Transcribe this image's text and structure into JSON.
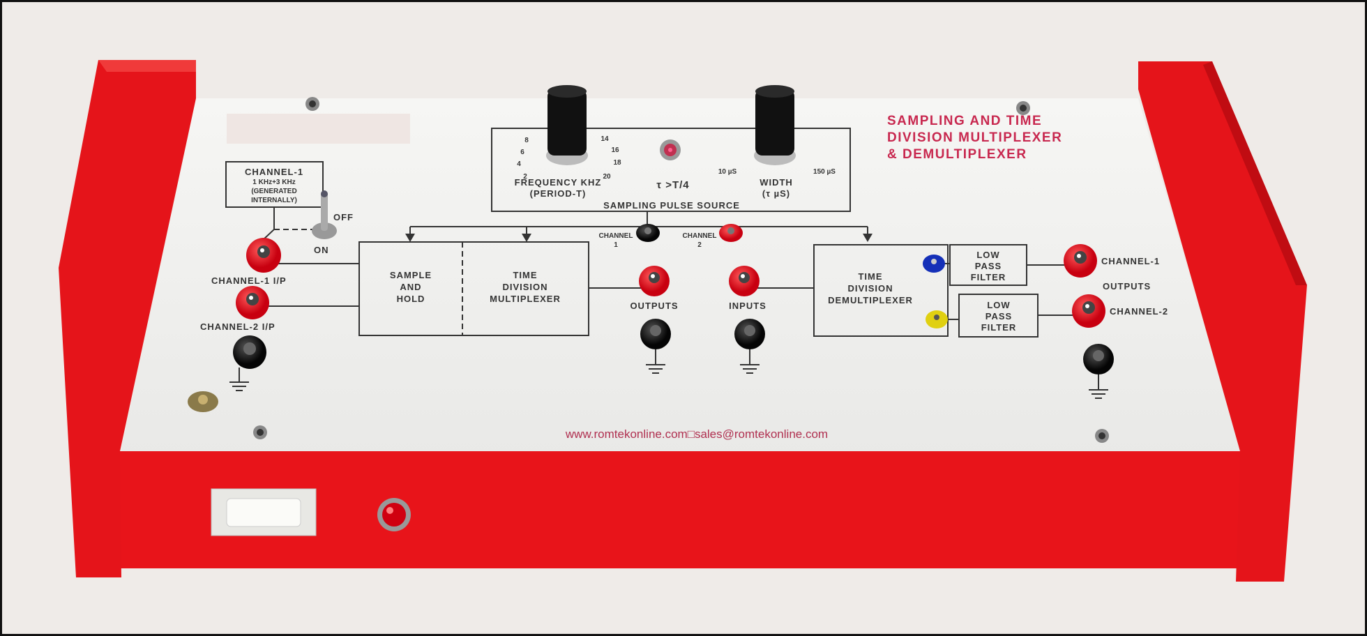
{
  "panel": {
    "title_lines": [
      "SAMPLING AND TIME",
      "DIVISION MULTIPLEXER",
      "& DEMULTIPLEXER"
    ],
    "footer": "www.romtekonline.com□sales@romtekonline.com",
    "channel1_source": [
      "CHANNEL-1",
      "1 KHz+3 KHz",
      "(GENERATED",
      "INTERNALLY)"
    ],
    "toggle_off": "OFF",
    "toggle_on": "ON",
    "ch1_input": "CHANNEL-1 I/P",
    "ch2_input": "CHANNEL-2 I/P",
    "pulse_source": {
      "dial_left": [
        "8",
        "6",
        "4",
        "2"
      ],
      "dial_right": [
        "14",
        "16",
        "18",
        "20"
      ],
      "freq_label": "FREQUENCY KHZ",
      "period_label": "(PERIOD-T)",
      "condition": "τ >T/4",
      "width_min": "10 µS",
      "width_max": "150 µS",
      "width_label": "WIDTH",
      "width_unit": "(τ µS)",
      "title": "SAMPLING PULSE SOURCE"
    },
    "sample_hold": [
      "SAMPLE",
      "AND",
      "HOLD"
    ],
    "tdm": [
      "TIME",
      "DIVISION",
      "MULTIPLEXER"
    ],
    "channel1_tap": [
      "CHANNEL",
      "1"
    ],
    "channel2_tap": [
      "CHANNEL",
      "2"
    ],
    "outputs": "OUTPUTS",
    "inputs": "INPUTS",
    "demux": [
      "TIME",
      "DIVISION",
      "DEMULTIPLEXER"
    ],
    "lpf": [
      "LOW",
      "PASS",
      "FILTER"
    ],
    "out_ch1": "CHANNEL-1",
    "out_label": "OUTPUTS",
    "out_ch2": "CHANNEL-2"
  },
  "colors": {
    "case": "#e8141a",
    "title": "#c8284f",
    "panel": "#f4f4f2"
  }
}
